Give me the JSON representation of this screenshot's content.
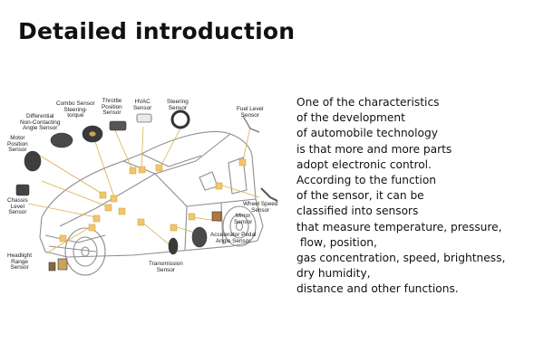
{
  "page": {
    "title": "Detailed introduction"
  },
  "figure": {
    "labels": {
      "combo": "Combo Sensor\nSteering-\ntorque",
      "throttle": "Throttle\nPosition\nSensor",
      "hvac": "HVAC\nSensor",
      "steering": "Steering\nSensor",
      "fuel": "Fuel Level\nSensor",
      "differential": "Differential\nNon-Contacting\nAngle Sensor",
      "motor": "Motor\nPosition\nSensor",
      "chassis": "Chassis\nLevel\nSensor",
      "wheel": "Wheel Speed\nSensor",
      "mirror": "Mirror\nSensor",
      "accelerator": "Accelerator Pedal\nAngle Sensor",
      "headlight": "Headlight\nRange\nSensor",
      "transmission": "Transmission\nSensor"
    },
    "colors": {
      "marker": "#f2c66d",
      "line": "#d9b04a",
      "car_outline": "#8e8e8e"
    }
  },
  "description": {
    "lines": [
      "One of the characteristics",
      "of the development",
      "of automobile technology",
      "is that more and more parts",
      "adopt electronic control.",
      "According to the function",
      "of the sensor, it can be",
      "classified into sensors",
      "that measure temperature, pressure,",
      " flow, position,",
      "gas concentration, speed, brightness,",
      "dry humidity,",
      "distance and other functions."
    ]
  }
}
